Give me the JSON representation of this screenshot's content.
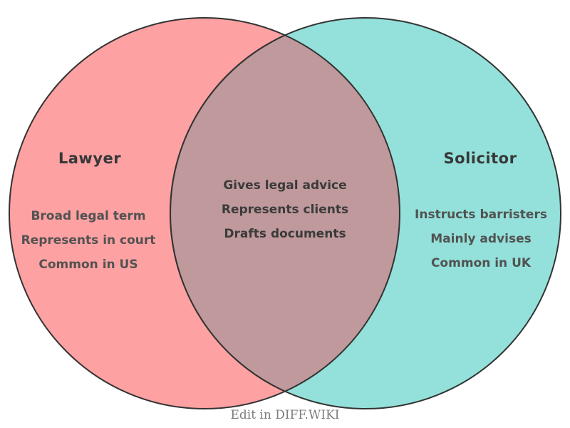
{
  "diagram": {
    "left": {
      "title": "Lawyer",
      "items": [
        "Broad legal term",
        "Represents in court",
        "Common in US"
      ],
      "fill_color": "#FEA1A2"
    },
    "right": {
      "title": "Solicitor",
      "items": [
        "Instructs barristers",
        "Mainly advises",
        "Common in UK"
      ],
      "fill_color": "#93E1DA"
    },
    "overlap": {
      "items": [
        "Gives legal advice",
        "Represents clients",
        "Drafts documents"
      ],
      "fill_color": "#BF999C"
    },
    "outline_color": "#333333",
    "footer": {
      "label": "Edit in DIFF.WIKI"
    }
  }
}
